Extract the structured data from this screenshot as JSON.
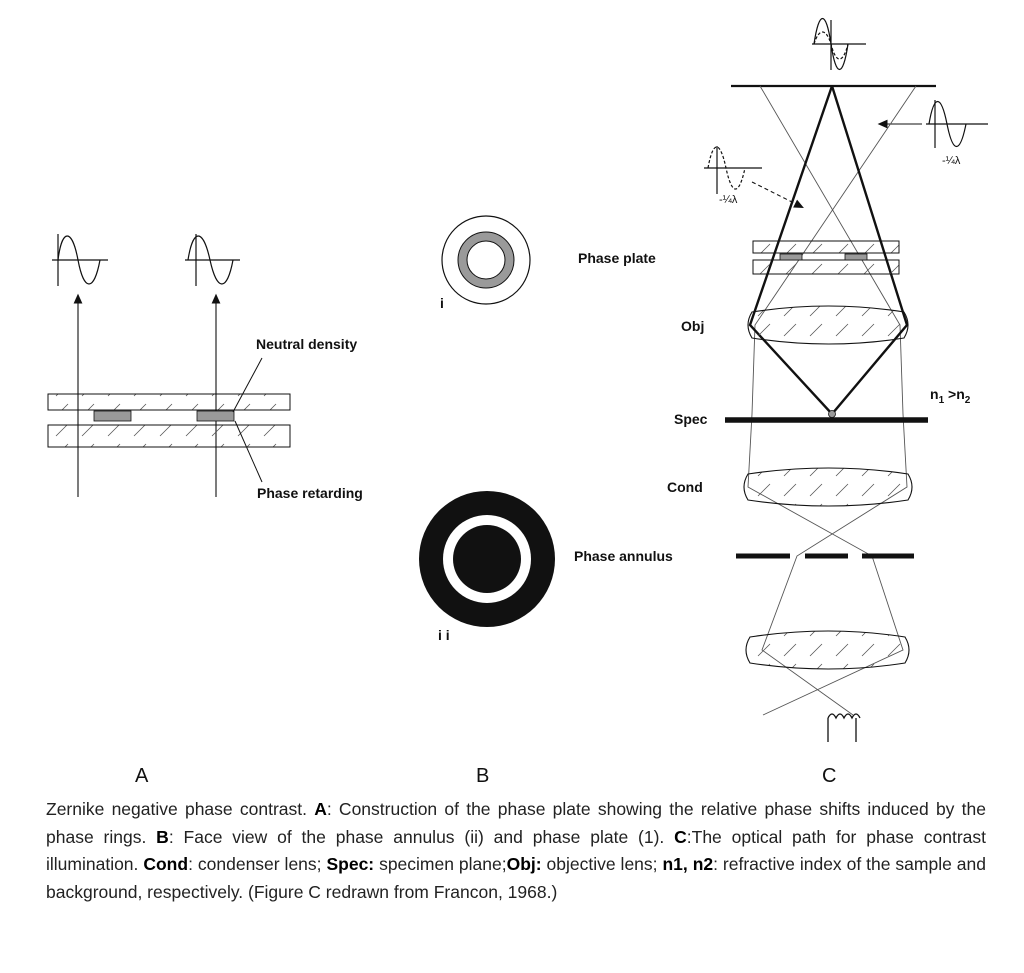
{
  "labels": {
    "neutral_density": "Neutral density",
    "phase_retarding": "Phase retarding",
    "phase_plate": "Phase plate",
    "obj": "Obj",
    "spec": "Spec",
    "cond": "Cond",
    "phase_annulus": "Phase annulus",
    "n_main": "n",
    "n_sub1": "1",
    "n_gt": " >n",
    "n_sub2": "2",
    "quarter_lambda_right": "-¼λ",
    "quarter_lambda_left": "-¼λ",
    "face_i": "i",
    "face_ii": "i i"
  },
  "panels": {
    "a": "A",
    "b": "B",
    "c": "C"
  },
  "caption": {
    "s1": "Zernike negative phase contrast. ",
    "b1": "A",
    "s2": ": Construction of the phase plate showing the relative phase shifts induced by the phase rings. ",
    "b2": "B",
    "s3": ": Face view of the phase annulus (ii) and phase plate (1). ",
    "b3": "C",
    "s4": ":The optical path for phase contrast illumination. ",
    "b4": "Cond",
    "s5": ": condenser lens; ",
    "b5": "Spec:",
    "s6": " specimen plane;",
    "b6": "Obj:",
    "s7": " objective lens; ",
    "b7": "n1, n2",
    "s8": ": refractive index of the sample and background, respectively. (Figure C redrawn from Francon, 1968.)"
  },
  "colors": {
    "ink": "#111111",
    "gray_fill": "#9a9a9a",
    "background": "#ffffff"
  }
}
